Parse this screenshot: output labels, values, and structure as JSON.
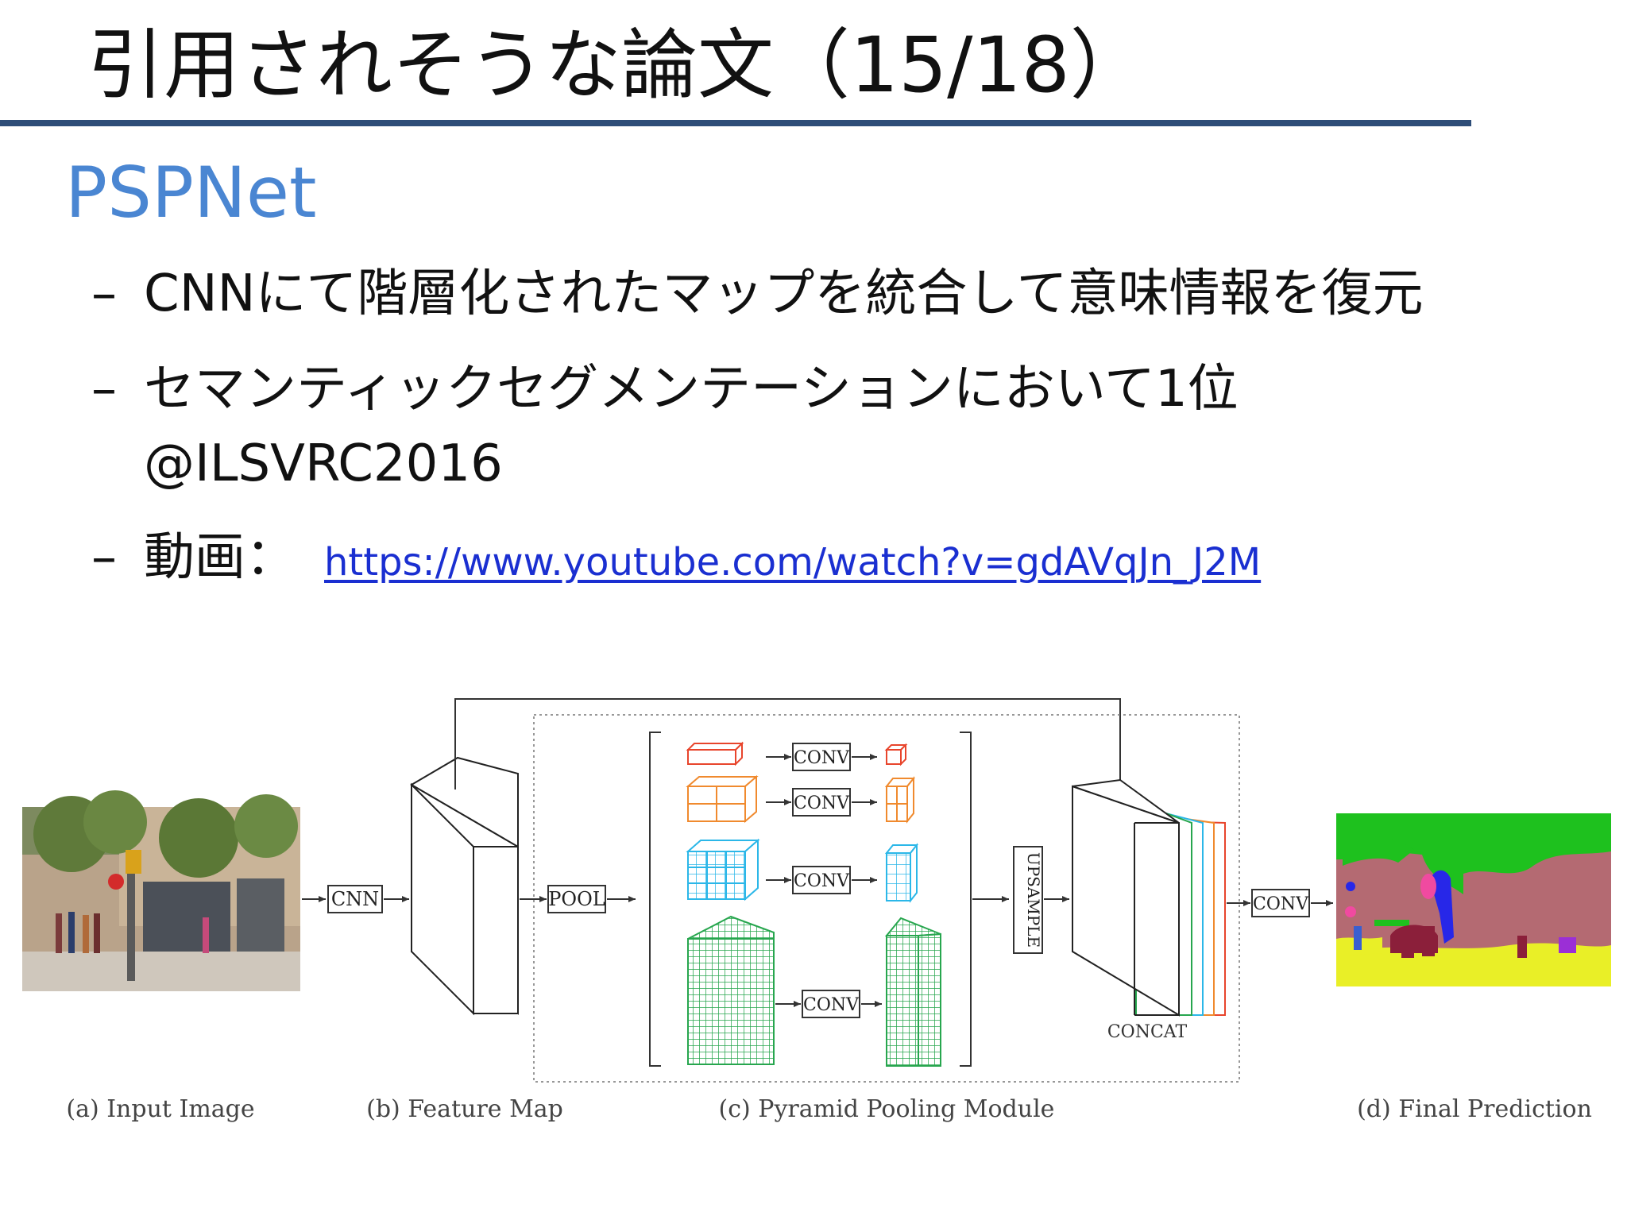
{
  "slide": {
    "title": "引用されそうな論文（15/18）",
    "subtitle": "PSPNet",
    "bullets": [
      "CNNにて階層化されたマップを統合して意味情報を復元",
      "セマンティックセグメンテーションにおいて1位",
      "@ILSVRC2016"
    ],
    "video_label": "動画：",
    "video_url": "https://www.youtube.com/watch?v=gdAVqJn_J2M",
    "dash": "–"
  },
  "diagram": {
    "blocks": {
      "cnn": "CNN",
      "pool": "POOL",
      "conv": "CONV",
      "upsample": "UPSAMPLE",
      "concat": "CONCAT"
    },
    "captions": {
      "a": "(a) Input Image",
      "b": "(b) Feature Map",
      "c": "(c) Pyramid Pooling Module",
      "d": "(d) Final Prediction"
    },
    "pyramid_colors": [
      "#e8452c",
      "#f08a2e",
      "#2bb7e8",
      "#27a64e"
    ]
  }
}
